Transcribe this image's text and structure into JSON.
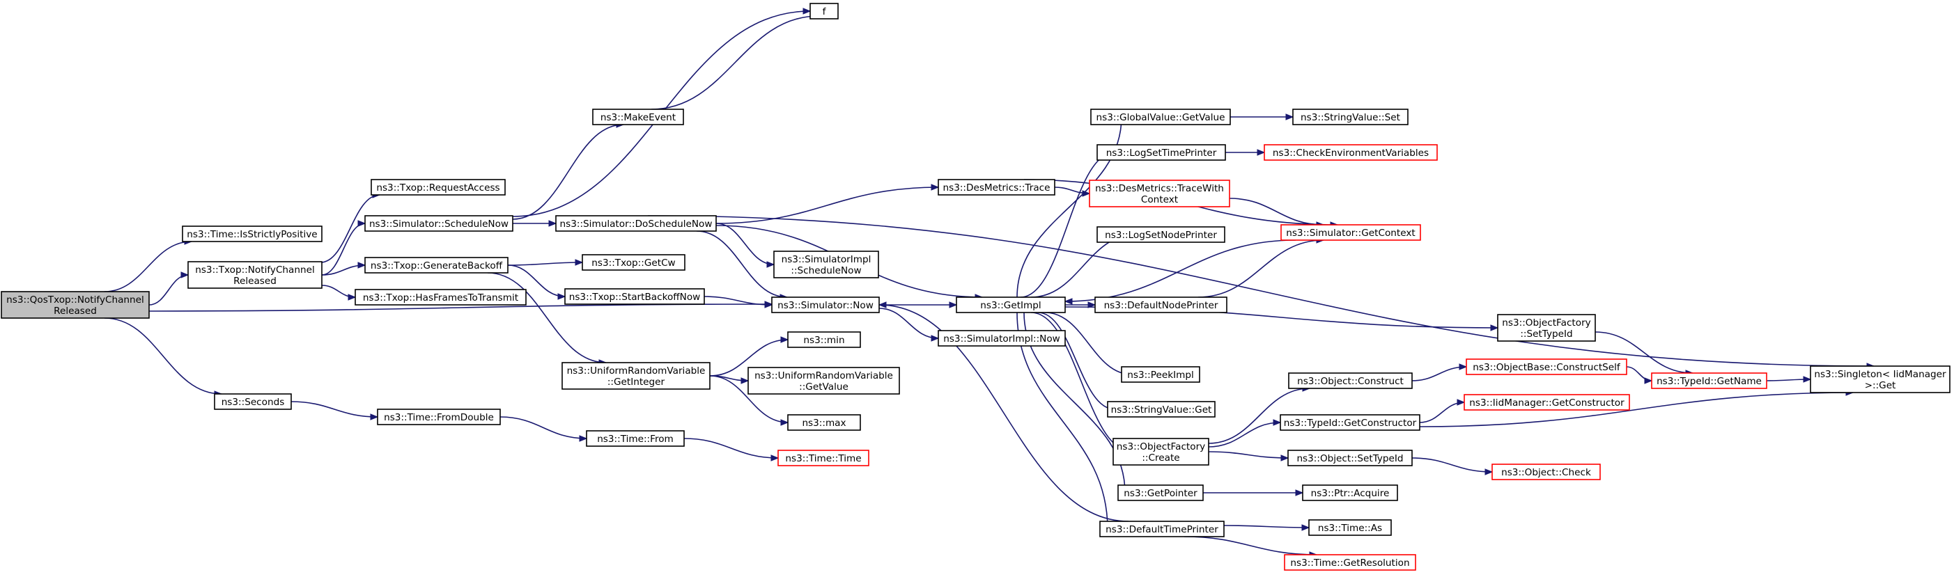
{
  "colors": {
    "edge": "#191970",
    "node_border": "#000000",
    "truncated_node_border": "#ff0000",
    "root_fill": "#bfbfbf",
    "node_fill": "#ffffff"
  },
  "nodes": [
    {
      "id": "root",
      "label": [
        "ns3::QosTxop::NotifyChannel",
        "Released"
      ],
      "root": true
    },
    {
      "id": "isStrictlyPositive",
      "label": [
        "ns3::Time::IsStrictlyPositive"
      ]
    },
    {
      "id": "notifyChannelReleased",
      "label": [
        "ns3::Txop::NotifyChannel",
        "Released"
      ]
    },
    {
      "id": "seconds",
      "label": [
        "ns3::Seconds"
      ]
    },
    {
      "id": "requestAccess",
      "label": [
        "ns3::Txop::RequestAccess"
      ]
    },
    {
      "id": "scheduleNow",
      "label": [
        "ns3::Simulator::ScheduleNow"
      ]
    },
    {
      "id": "generateBackoff",
      "label": [
        "ns3::Txop::GenerateBackoff"
      ]
    },
    {
      "id": "hasFrames",
      "label": [
        "ns3::Txop::HasFramesToTransmit"
      ]
    },
    {
      "id": "fromDouble",
      "label": [
        "ns3::Time::FromDouble"
      ]
    },
    {
      "id": "makeEvent",
      "label": [
        "ns3::MakeEvent"
      ]
    },
    {
      "id": "f",
      "label": [
        "f"
      ]
    },
    {
      "id": "doScheduleNow",
      "label": [
        "ns3::Simulator::DoScheduleNow"
      ]
    },
    {
      "id": "getCw",
      "label": [
        "ns3::Txop::GetCw"
      ]
    },
    {
      "id": "startBackoffNow",
      "label": [
        "ns3::Txop::StartBackoffNow"
      ]
    },
    {
      "id": "getInteger",
      "label": [
        "ns3::UniformRandomVariable",
        "::GetInteger"
      ]
    },
    {
      "id": "timeFrom",
      "label": [
        "ns3::Time::From"
      ]
    },
    {
      "id": "timeTime",
      "label": [
        "ns3::Time::Time"
      ],
      "truncated": true
    },
    {
      "id": "simNow",
      "label": [
        "ns3::Simulator::Now"
      ]
    },
    {
      "id": "implScheduleNow",
      "label": [
        "ns3::SimulatorImpl",
        "::ScheduleNow"
      ]
    },
    {
      "id": "desTrace",
      "label": [
        "ns3::DesMetrics::Trace"
      ]
    },
    {
      "id": "min",
      "label": [
        "ns3::min"
      ]
    },
    {
      "id": "urvGetValue",
      "label": [
        "ns3::UniformRandomVariable",
        "::GetValue"
      ]
    },
    {
      "id": "max",
      "label": [
        "ns3::max"
      ]
    },
    {
      "id": "getImpl",
      "label": [
        "ns3::GetImpl"
      ]
    },
    {
      "id": "implNow",
      "label": [
        "ns3::SimulatorImpl::Now"
      ]
    },
    {
      "id": "gvGetValue",
      "label": [
        "ns3::GlobalValue::GetValue"
      ]
    },
    {
      "id": "logSetTime",
      "label": [
        "ns3::LogSetTimePrinter"
      ]
    },
    {
      "id": "traceWithContext",
      "label": [
        "ns3::DesMetrics::TraceWith",
        "Context"
      ],
      "truncated": true
    },
    {
      "id": "logSetNode",
      "label": [
        "ns3::LogSetNodePrinter"
      ]
    },
    {
      "id": "defaultNode",
      "label": [
        "ns3::DefaultNodePrinter"
      ]
    },
    {
      "id": "peekImpl",
      "label": [
        "ns3::PeekImpl"
      ]
    },
    {
      "id": "svGet",
      "label": [
        "ns3::StringValue::Get"
      ]
    },
    {
      "id": "ofCreate",
      "label": [
        "ns3::ObjectFactory",
        "::Create"
      ]
    },
    {
      "id": "getPointer",
      "label": [
        "ns3::GetPointer"
      ]
    },
    {
      "id": "defaultTime",
      "label": [
        "ns3::DefaultTimePrinter"
      ]
    },
    {
      "id": "svSet",
      "label": [
        "ns3::StringValue::Set"
      ]
    },
    {
      "id": "checkEnv",
      "label": [
        "ns3::CheckEnvironmentVariables"
      ],
      "truncated": true
    },
    {
      "id": "getContext",
      "label": [
        "ns3::Simulator::GetContext"
      ],
      "truncated": true
    },
    {
      "id": "ofSetTypeId",
      "label": [
        "ns3::ObjectFactory",
        "::SetTypeId"
      ]
    },
    {
      "id": "objConstruct",
      "label": [
        "ns3::Object::Construct"
      ]
    },
    {
      "id": "getConstructor",
      "label": [
        "ns3::TypeId::GetConstructor"
      ]
    },
    {
      "id": "objSetTypeId",
      "label": [
        "ns3::Object::SetTypeId"
      ]
    },
    {
      "id": "ptrAcquire",
      "label": [
        "ns3::Ptr::Acquire"
      ]
    },
    {
      "id": "timeAs",
      "label": [
        "ns3::Time::As"
      ]
    },
    {
      "id": "getResolution",
      "label": [
        "ns3::Time::GetResolution"
      ],
      "truncated": true
    },
    {
      "id": "constructSelf",
      "label": [
        "ns3::ObjectBase::ConstructSelf"
      ],
      "truncated": true
    },
    {
      "id": "iidGetConstructor",
      "label": [
        "ns3::IidManager::GetConstructor"
      ],
      "truncated": true
    },
    {
      "id": "objCheck",
      "label": [
        "ns3::Object::Check"
      ],
      "truncated": true
    },
    {
      "id": "typeIdGetName",
      "label": [
        "ns3::TypeId::GetName"
      ],
      "truncated": true
    },
    {
      "id": "singletonGet",
      "label": [
        "ns3::Singleton< IidManager",
        " >::Get"
      ]
    }
  ],
  "edges": [
    [
      "root",
      "isStrictlyPositive"
    ],
    [
      "root",
      "notifyChannelReleased"
    ],
    [
      "root",
      "simNow"
    ],
    [
      "root",
      "seconds"
    ],
    [
      "notifyChannelReleased",
      "requestAccess"
    ],
    [
      "notifyChannelReleased",
      "scheduleNow"
    ],
    [
      "notifyChannelReleased",
      "generateBackoff"
    ],
    [
      "notifyChannelReleased",
      "hasFrames"
    ],
    [
      "scheduleNow",
      "makeEvent"
    ],
    [
      "scheduleNow",
      "f"
    ],
    [
      "scheduleNow",
      "doScheduleNow"
    ],
    [
      "makeEvent",
      "f"
    ],
    [
      "generateBackoff",
      "getCw"
    ],
    [
      "generateBackoff",
      "startBackoffNow"
    ],
    [
      "generateBackoff",
      "getInteger"
    ],
    [
      "startBackoffNow",
      "simNow"
    ],
    [
      "seconds",
      "fromDouble"
    ],
    [
      "fromDouble",
      "timeFrom"
    ],
    [
      "timeFrom",
      "timeTime"
    ],
    [
      "doScheduleNow",
      "desTrace"
    ],
    [
      "doScheduleNow",
      "implScheduleNow"
    ],
    [
      "doScheduleNow",
      "getImpl"
    ],
    [
      "doScheduleNow",
      "simNow"
    ],
    [
      "doScheduleNow",
      "singletonGet"
    ],
    [
      "getInteger",
      "min"
    ],
    [
      "getInteger",
      "urvGetValue"
    ],
    [
      "getInteger",
      "max"
    ],
    [
      "simNow",
      "getImpl"
    ],
    [
      "simNow",
      "implNow"
    ],
    [
      "desTrace",
      "traceWithContext"
    ],
    [
      "desTrace",
      "getContext"
    ],
    [
      "getImpl",
      "gvGetValue"
    ],
    [
      "getImpl",
      "logSetTime"
    ],
    [
      "getImpl",
      "logSetNode"
    ],
    [
      "getImpl",
      "defaultNode"
    ],
    [
      "getImpl",
      "ofSetTypeId"
    ],
    [
      "getImpl",
      "peekImpl"
    ],
    [
      "getImpl",
      "svGet"
    ],
    [
      "getImpl",
      "ofCreate"
    ],
    [
      "getImpl",
      "getPointer"
    ],
    [
      "getImpl",
      "defaultTime"
    ],
    [
      "gvGetValue",
      "svSet"
    ],
    [
      "logSetTime",
      "checkEnv"
    ],
    [
      "traceWithContext",
      "getContext"
    ],
    [
      "getContext",
      "getImpl"
    ],
    [
      "defaultNode",
      "getContext"
    ],
    [
      "defaultTime",
      "simNow"
    ],
    [
      "defaultTime",
      "timeAs"
    ],
    [
      "defaultTime",
      "getResolution"
    ],
    [
      "ofCreate",
      "objConstruct"
    ],
    [
      "ofCreate",
      "getConstructor"
    ],
    [
      "ofCreate",
      "objSetTypeId"
    ],
    [
      "getPointer",
      "ptrAcquire"
    ],
    [
      "objConstruct",
      "constructSelf"
    ],
    [
      "getConstructor",
      "iidGetConstructor"
    ],
    [
      "getConstructor",
      "singletonGet"
    ],
    [
      "objSetTypeId",
      "objCheck"
    ],
    [
      "constructSelf",
      "typeIdGetName"
    ],
    [
      "ofSetTypeId",
      "typeIdGetName"
    ],
    [
      "typeIdGetName",
      "singletonGet"
    ]
  ]
}
